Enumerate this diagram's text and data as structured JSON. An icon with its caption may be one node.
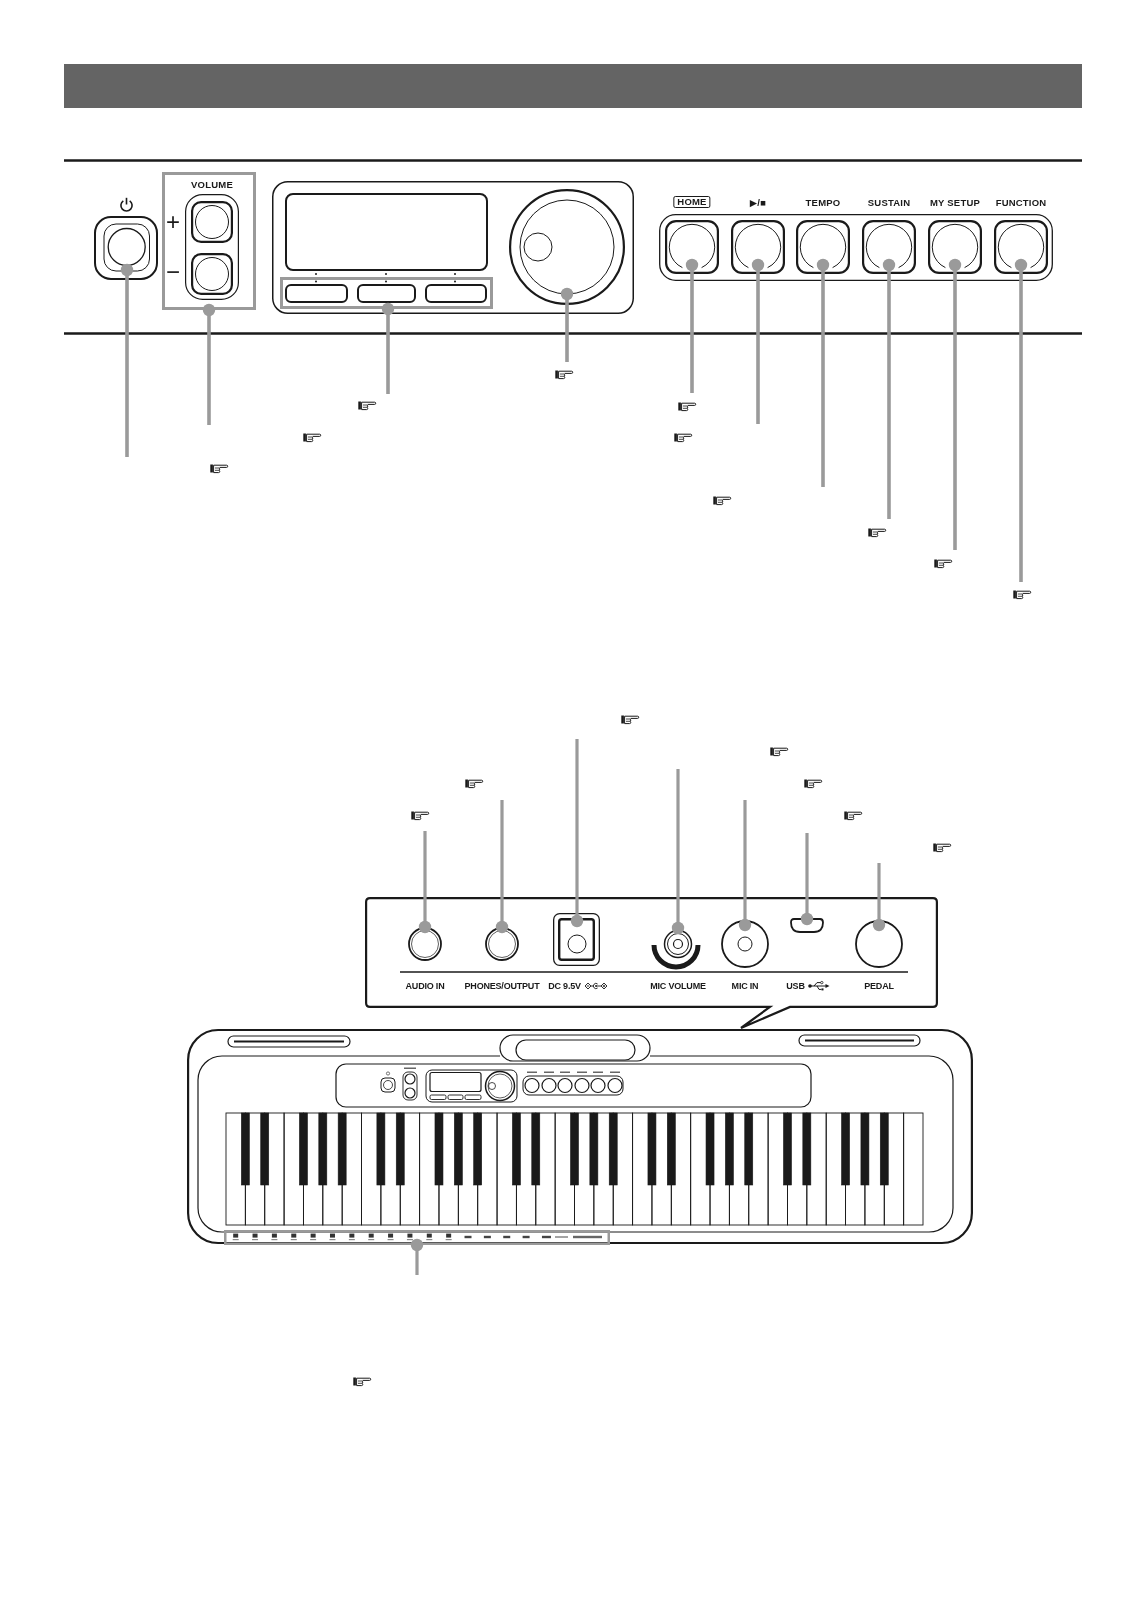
{
  "diagram": {
    "nodes": [
      {
        "text": [],
        "shape": "button"
      },
      {
        "text": [
          "VOLUME",
          "+",
          "−"
        ]
      },
      {
        "text": [],
        "shape": "box"
      },
      {
        "text": [],
        "shape": "circle"
      },
      {
        "text": [
          "HOME"
        ]
      },
      {
        "text": [
          "▶/■"
        ]
      },
      {
        "text": [
          "TEMPO"
        ]
      },
      {
        "text": [
          "SUSTAIN"
        ]
      },
      {
        "text": [
          "MY SETUP"
        ]
      },
      {
        "text": [
          "FUNCTION"
        ]
      },
      {
        "text": [],
        "shape": "box"
      },
      {
        "text": [
          "AUDIO IN"
        ],
        "in": 10
      },
      {
        "text": [
          "PHONES/OUTPUT"
        ],
        "in": 10
      },
      {
        "text": [
          "DC 9.5V"
        ],
        "in": 10
      },
      {
        "text": [
          "MIC VOLUME"
        ],
        "in": 10
      },
      {
        "text": [
          "MIC IN"
        ],
        "in": 10
      },
      {
        "text": [
          "USB"
        ],
        "in": 10
      },
      {
        "text": [
          "PEDAL"
        ],
        "in": 10
      },
      {
        "text": [],
        "shape": "picture"
      },
      {
        "text": [],
        "shape": "box",
        "in": 18
      }
    ],
    "edges": [
      {
        "from": null,
        "to": 0,
        "arrow": "other"
      },
      {
        "from": null,
        "to": 1,
        "arrow": "other"
      },
      {
        "from": null,
        "to": 2,
        "arrow": "other"
      },
      {
        "from": null,
        "to": 3,
        "arrow": "other"
      },
      {
        "from": null,
        "to": 4,
        "arrow": "other"
      },
      {
        "from": null,
        "to": 5,
        "arrow": "other"
      },
      {
        "from": null,
        "to": 6,
        "arrow": "other"
      },
      {
        "from": null,
        "to": 7,
        "arrow": "other"
      },
      {
        "from": null,
        "to": 8,
        "arrow": "other"
      },
      {
        "from": null,
        "to": 9,
        "arrow": "other"
      },
      {
        "from": null,
        "to": 11,
        "arrow": "other"
      },
      {
        "from": null,
        "to": 12,
        "arrow": "other"
      },
      {
        "from": null,
        "to": 13,
        "arrow": "other"
      },
      {
        "from": null,
        "to": 14,
        "arrow": "other"
      },
      {
        "from": null,
        "to": 15,
        "arrow": "other"
      },
      {
        "from": null,
        "to": 16,
        "arrow": "other"
      },
      {
        "from": null,
        "to": 17,
        "arrow": "other"
      },
      {
        "from": null,
        "to": 19,
        "arrow": "other"
      }
    ]
  }
}
